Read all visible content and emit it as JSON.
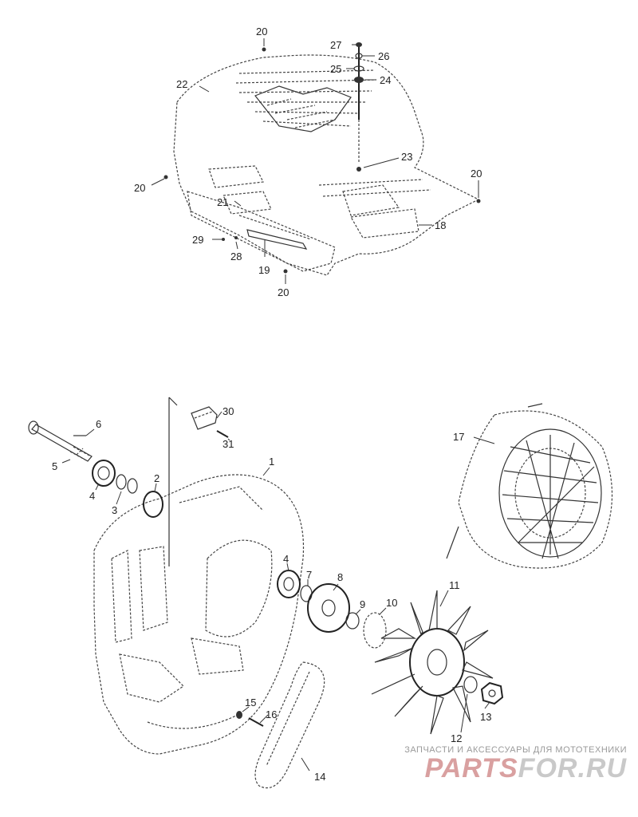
{
  "callouts": {
    "c1": "1",
    "c2": "2",
    "c3": "3",
    "c4a": "4",
    "c4b": "4",
    "c5": "5",
    "c6": "6",
    "c7": "7",
    "c8": "8",
    "c9": "9",
    "c10": "10",
    "c11": "11",
    "c12": "12",
    "c13": "13",
    "c14": "14",
    "c15": "15",
    "c16": "16",
    "c17": "17",
    "c18": "18",
    "c19": "19",
    "c20a": "20",
    "c20b": "20",
    "c20c": "20",
    "c20d": "20",
    "c21": "21",
    "c22": "22",
    "c23": "23",
    "c24": "24",
    "c25": "25",
    "c26": "26",
    "c27": "27",
    "c28": "28",
    "c29": "29",
    "c30": "30",
    "c31": "31"
  },
  "watermark": {
    "caption": "ЗАПЧАСТИ И АКСЕССУАРЫ ДЛЯ МОТОТЕХНИКИ",
    "logo_part1": "PARTS",
    "logo_part2": "FOR.RU"
  }
}
